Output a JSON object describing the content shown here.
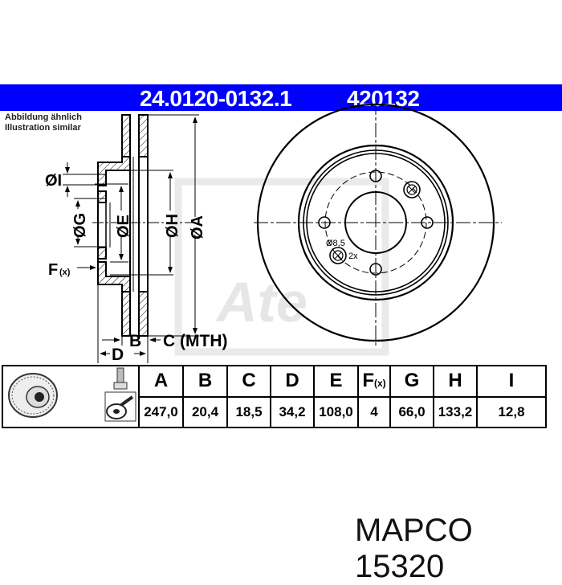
{
  "header": {
    "part_number": "24.0120-0132.1",
    "ref_number": "420132",
    "banner_color": "#0000fe"
  },
  "note": {
    "line1": "Abbildung ähnlich",
    "line2": "Illustration similar"
  },
  "section_view": {
    "labels": {
      "I": "ØI",
      "G": "ØG",
      "E": "ØE",
      "H": "ØH",
      "A": "ØA",
      "F": "F",
      "F_sub": "(x)",
      "B": "B",
      "C": "C (MTH)",
      "D": "D"
    }
  },
  "front_view": {
    "hole_label": "Ø8,5",
    "hole_count": "2x",
    "watermark": "Ate"
  },
  "table": {
    "columns": [
      {
        "key": "A",
        "label": "A",
        "value": "247,0"
      },
      {
        "key": "B",
        "label": "B",
        "value": "20,4"
      },
      {
        "key": "C",
        "label": "C",
        "value": "18,5"
      },
      {
        "key": "D",
        "label": "D",
        "value": "34,2"
      },
      {
        "key": "E",
        "label": "E",
        "value": "108,0"
      },
      {
        "key": "F",
        "label": "F",
        "sub": "(x)",
        "value": "4"
      },
      {
        "key": "G",
        "label": "G",
        "value": "66,0"
      },
      {
        "key": "H",
        "label": "H",
        "value": "133,2"
      },
      {
        "key": "I",
        "label": "I",
        "value": "12,8"
      }
    ]
  },
  "footer": {
    "brand": "MAPCO",
    "code": "15320",
    "text": "MAPCO 15320"
  }
}
